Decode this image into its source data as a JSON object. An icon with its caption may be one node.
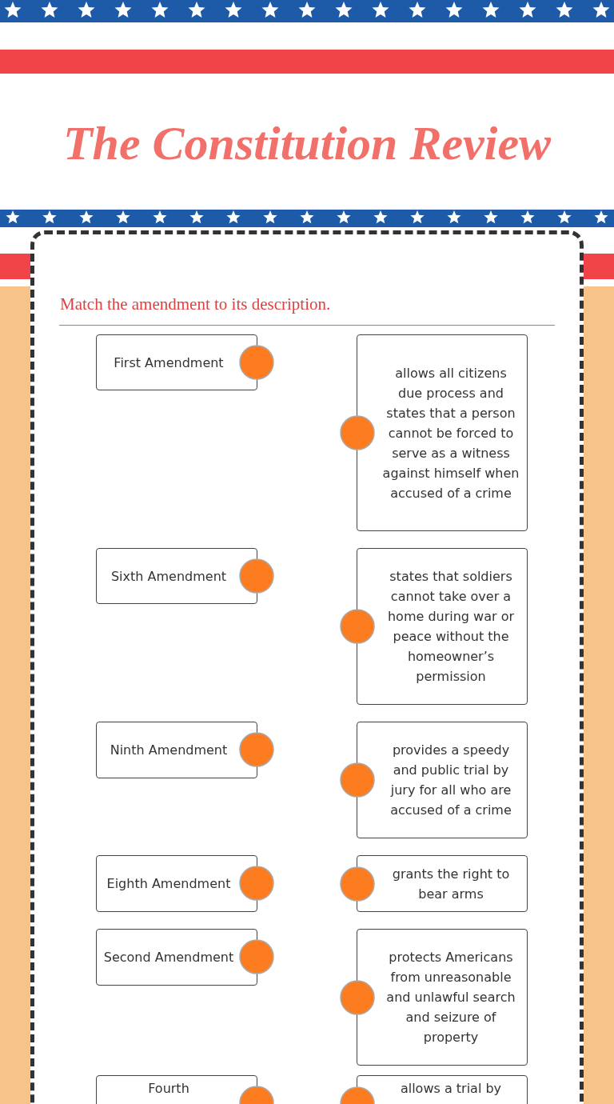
{
  "diagram": {
    "title": "The Constitution Review",
    "nodes": [
      {
        "text": [
          "First Amendment"
        ]
      },
      {
        "text": [
          "allows all citizens due process and states that a person cannot be forced to serve as a witness against himself when accused of a crime"
        ]
      },
      {
        "text": [
          "Sixth Amendment"
        ]
      },
      {
        "text": [
          "states that soldiers cannot take over a home during war or peace without the homeowner’s permission"
        ]
      },
      {
        "text": [
          "Ninth Amendment"
        ]
      },
      {
        "text": [
          "provides a speedy and public trial by jury for all who are accused of a crime"
        ]
      },
      {
        "text": [
          "Eighth Amendment"
        ]
      },
      {
        "text": [
          "grants the right to bear arms"
        ]
      },
      {
        "text": [
          "Second Amendment"
        ]
      },
      {
        "text": [
          "protects Americans from unreasonable and unlawful search and seizure of property"
        ]
      },
      {
        "text": [
          "Fourth"
        ]
      },
      {
        "text": [
          "allows a trial by"
        ]
      }
    ],
    "labels": [
      "Match the amendment to its description."
    ]
  }
}
